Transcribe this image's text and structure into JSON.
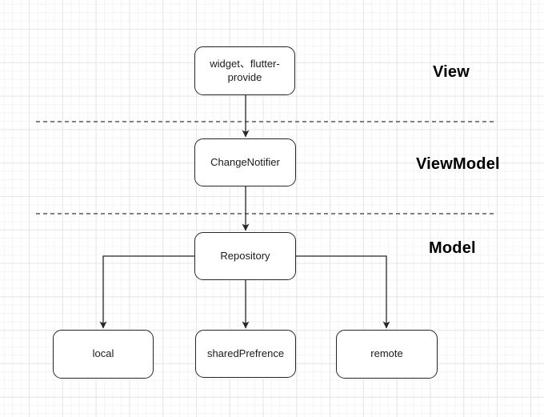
{
  "diagram": {
    "nodes": {
      "view": {
        "label": "widget、flutter-\nprovide"
      },
      "viewmodel": {
        "label": "ChangeNotifier"
      },
      "repository": {
        "label": "Repository"
      },
      "local": {
        "label": "local"
      },
      "shared": {
        "label": "sharedPrefrence"
      },
      "remote": {
        "label": "remote"
      }
    },
    "layers": [
      {
        "label": "View"
      },
      {
        "label": "ViewModel"
      },
      {
        "label": "Model"
      }
    ],
    "colors": {
      "stroke": "#262626",
      "node_fill": "#ffffff",
      "grid_minor": "#f4f4f4",
      "grid_major": "#e7e7e7"
    }
  }
}
